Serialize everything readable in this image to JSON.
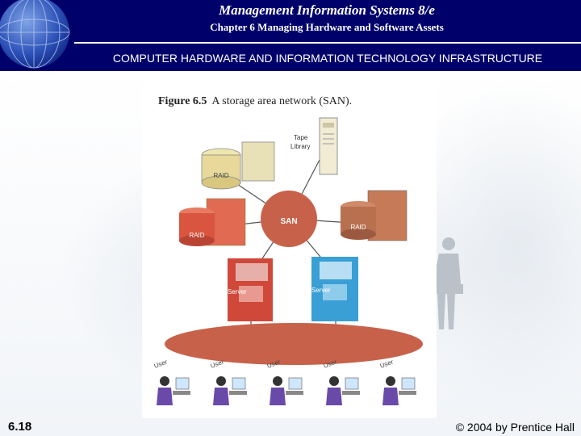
{
  "header": {
    "title": "Management Information Systems 8/e",
    "subtitle": "Chapter 6 Managing Hardware and Software Assets",
    "section": "COMPUTER HARDWARE AND INFORMATION TECHNOLOGY INFRASTRUCTURE",
    "background_color": "#00006b"
  },
  "figure": {
    "label": "Figure 6.5",
    "caption": "A storage area network (SAN).",
    "nodes": {
      "tape": "Tape",
      "library": "Library",
      "raid": "RAID",
      "san": "SAN",
      "server": "Server",
      "user": "User"
    },
    "colors": {
      "san_hub": "#c8614a",
      "network_oval": "#c8614a",
      "raid_yellow": "#e8d99a",
      "raid_red": "#d9553f",
      "raid_brown": "#b9704f",
      "server_red": "#d0483a",
      "server_blue": "#3a9fd4"
    }
  },
  "footer": {
    "slide_number": "6.18",
    "copyright": "© 2004 by Prentice Hall"
  }
}
